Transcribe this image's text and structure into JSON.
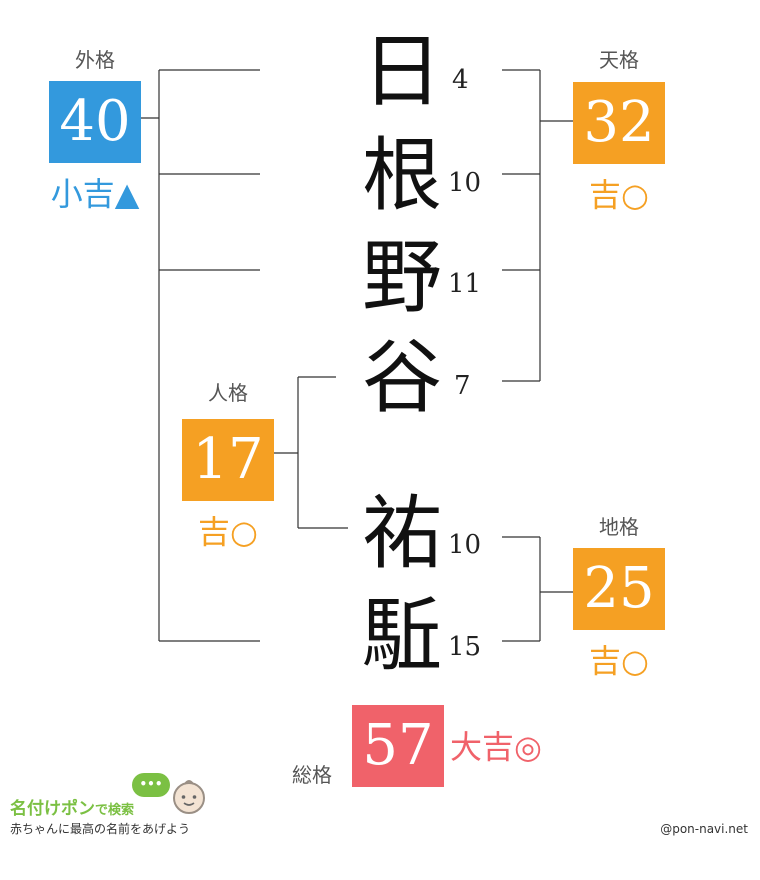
{
  "name": {
    "surname": [
      {
        "char": "日",
        "strokes": "4"
      },
      {
        "char": "根",
        "strokes": "10"
      },
      {
        "char": "野",
        "strokes": "11"
      },
      {
        "char": "谷",
        "strokes": "7"
      }
    ],
    "given": [
      {
        "char": "祐",
        "strokes": "10"
      },
      {
        "char": "駈",
        "strokes": "15"
      }
    ]
  },
  "gaikaku": {
    "label": "外格",
    "value": "40",
    "fortune": "小吉▲",
    "color": "#3399dd"
  },
  "tenkaku": {
    "label": "天格",
    "value": "32",
    "fortune": "吉○",
    "color": "#f5a023"
  },
  "jinkaku": {
    "label": "人格",
    "value": "17",
    "fortune": "吉○",
    "color": "#f5a023"
  },
  "chikaku": {
    "label": "地格",
    "value": "25",
    "fortune": "吉○",
    "color": "#f5a023"
  },
  "soukaku": {
    "label": "総格",
    "value": "57",
    "fortune": "大吉◎",
    "color": "#f0626a"
  },
  "brand": {
    "title": "名付けポン",
    "suffix": "で検索",
    "bubble": "•••",
    "tagline": "赤ちゃんに最高の名前をあげよう",
    "site": "@pon-navi.net"
  }
}
